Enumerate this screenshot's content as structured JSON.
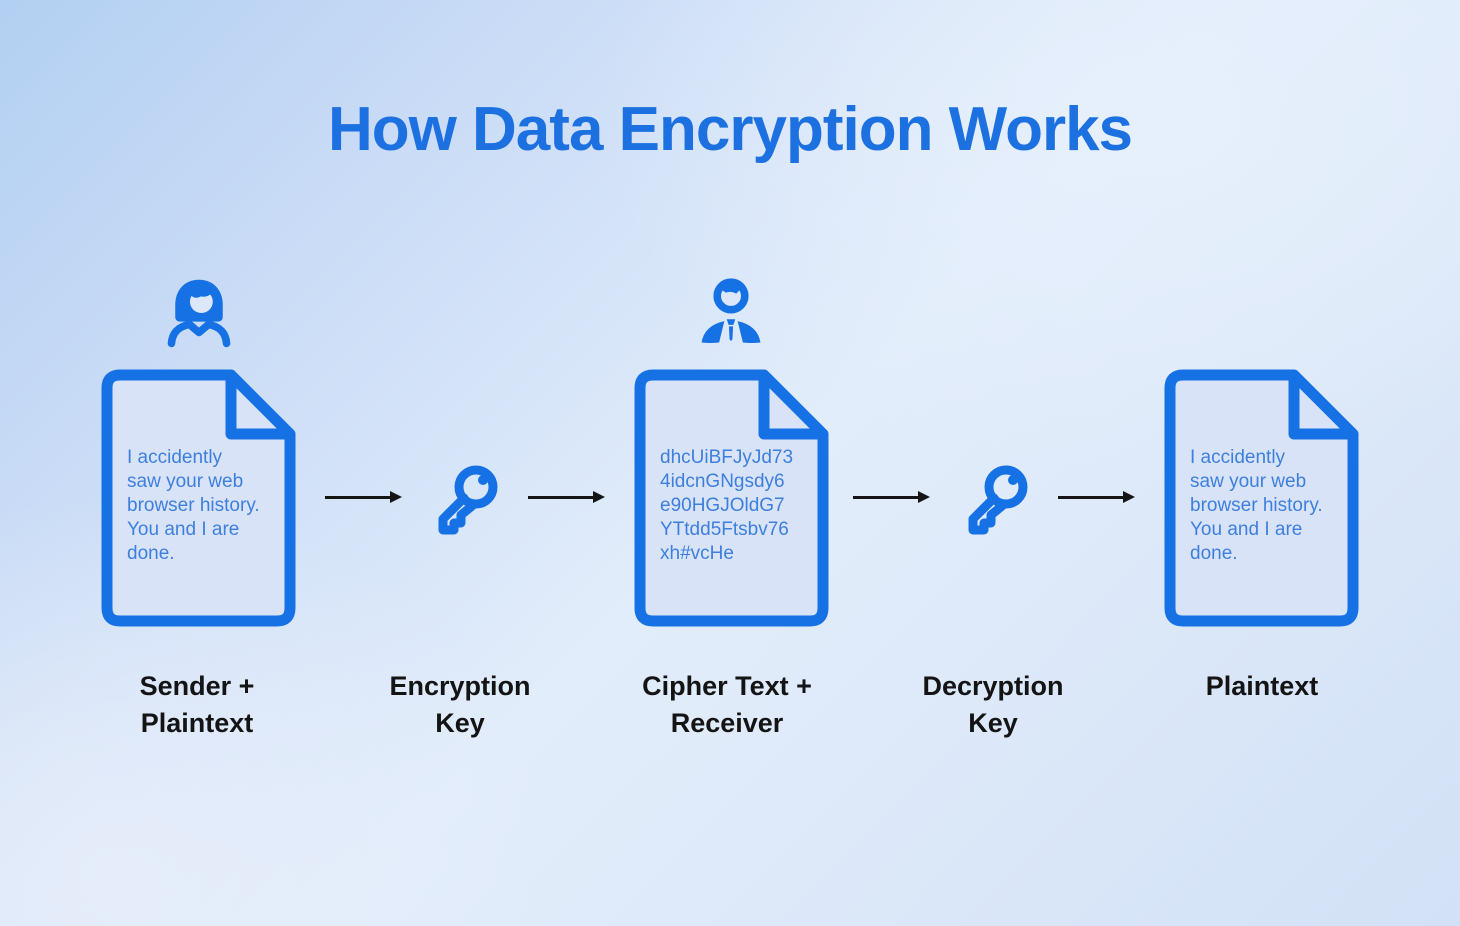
{
  "title": "How Data Encryption Works",
  "colors": {
    "accent": "#1672e4",
    "title_color": "#1d70e0",
    "doc_fill": "#d8e3f8",
    "doc_text": "#3d7fdd",
    "label_color": "#141414",
    "arrow_color": "#151515"
  },
  "icons": {
    "sender_person": "woman-avatar-icon",
    "receiver_person": "man-avatar-icon",
    "key": "key-icon",
    "document": "document-icon",
    "arrow": "arrow-right-icon"
  },
  "stages": {
    "sender": {
      "label1": "Sender +",
      "label2": "Plaintext",
      "doc_lines": [
        "I accidently",
        "saw your web",
        "browser history.",
        "You and I are",
        "done."
      ]
    },
    "encryption_key": {
      "label1": "Encryption",
      "label2": "Key"
    },
    "cipher": {
      "label1": "Cipher Text +",
      "label2": "Receiver",
      "doc_lines": [
        "dhcUiBFJyJd73",
        "4idcnGNgsdy6",
        "e90HGJOldG7",
        "YTtdd5Ftsbv76",
        "xh#vcHe"
      ]
    },
    "decryption_key": {
      "label1": "Decryption",
      "label2": "Key"
    },
    "plaintext": {
      "label1": "Plaintext",
      "label2": "",
      "doc_lines": [
        "I accidently",
        "saw your web",
        "browser history.",
        "You and I are",
        "done."
      ]
    }
  }
}
